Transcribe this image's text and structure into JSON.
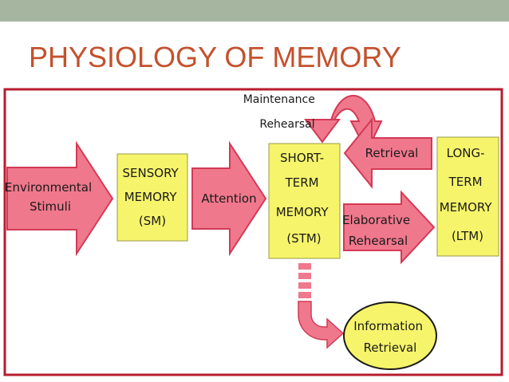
{
  "slide": {
    "title": "PHYSIOLOGY OF MEMORY"
  },
  "colors": {
    "title": "#c4512d",
    "top_bar": "#a5b5a0",
    "arrow_fill": "#f0788c",
    "arrow_stroke": "#d23a55",
    "box_fill": "#f6f46a",
    "frame": "#b71c2e"
  },
  "diagram": {
    "environmental_stimuli": [
      "Environmental",
      "Stimuli"
    ],
    "sensory_memory": [
      "SENSORY",
      "MEMORY",
      "(SM)"
    ],
    "attention": "Attention",
    "short_term_memory": [
      "SHORT-",
      "TERM",
      "MEMORY",
      "(STM)"
    ],
    "maintenance_rehearsal": [
      "Maintenance",
      "Rehearsal"
    ],
    "retrieval": "Retrieval",
    "elaborative_rehearsal": [
      "Elaborative",
      "Rehearsal"
    ],
    "long_term_memory": [
      "LONG-",
      "TERM",
      "MEMORY",
      "(LTM)"
    ],
    "information_retrieval": [
      "Information",
      "Retrieval"
    ]
  }
}
